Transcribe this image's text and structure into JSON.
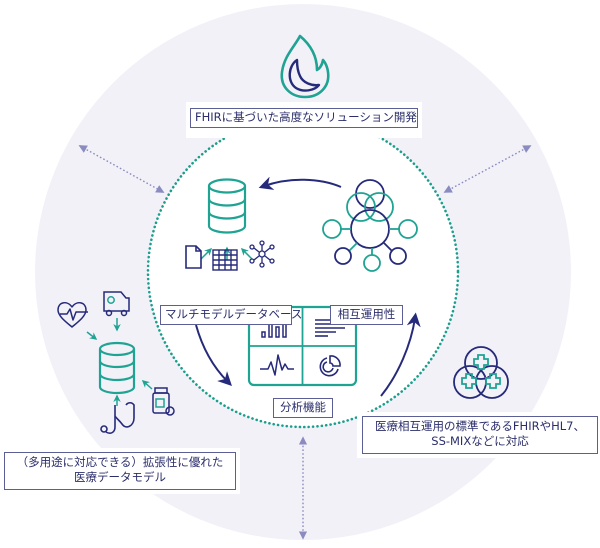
{
  "colors": {
    "outer_circle": "#f2f1f8",
    "teal": "#1fa393",
    "navy": "#262a7a",
    "dotted_teal": "#1b9e8c",
    "arrow_grey": "#8a8cc0",
    "label_border": "#5b5f95",
    "label_text": "#2b2e6b"
  },
  "labels": {
    "top": "FHIRに基づいた高度なソリューション開発",
    "multi_model_db": "マルチモデルデータベース",
    "interoperability": "相互運用性",
    "analytics": "分析機能",
    "standards_line1": "医療相互運用の標準であるFHIRやHL7、",
    "standards_line2": "SS-MIXなどに対応",
    "data_model_line1": "（多用途に対応できる）拡張性に優れた",
    "data_model_line2": "医療データモデル"
  },
  "icons": {
    "top": "flame-icon",
    "multi_model_db": [
      "database-icon",
      "document-icon",
      "table-icon",
      "graph-network-icon"
    ],
    "interoperability": "interoperability-network-icon",
    "analytics": [
      "bar-chart-icon",
      "text-lines-icon",
      "waveform-icon",
      "pie-chart-icon"
    ],
    "data_model": [
      "heart-rate-icon",
      "ambulance-icon",
      "database-icon",
      "stethoscope-icon",
      "medicine-bottle-icon"
    ],
    "standards": "medical-crosses-venn-icon"
  }
}
